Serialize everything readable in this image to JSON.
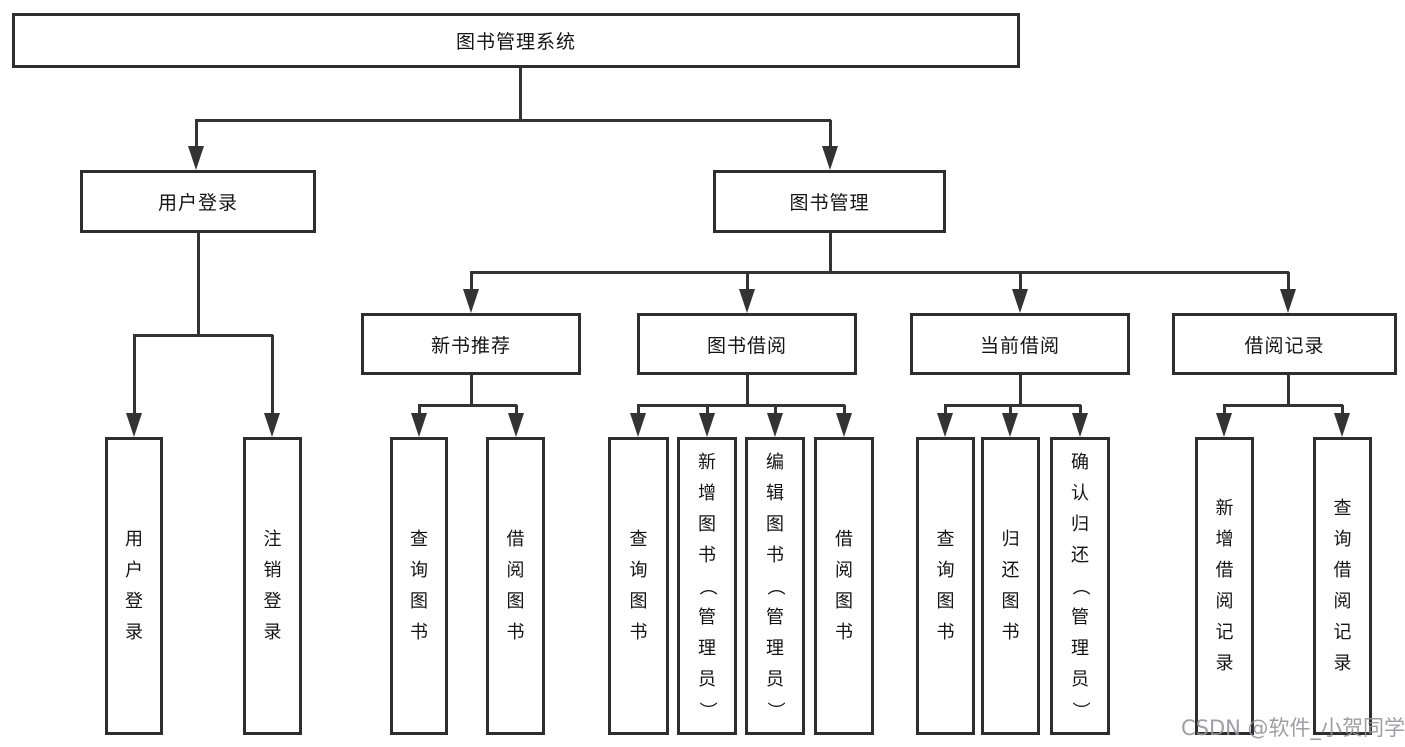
{
  "diagram_title": "图书管理系统",
  "watermark": "CSDN @软件_小贺同学",
  "colors": {
    "background": "#ffffff",
    "box_border": "#2e2e2e",
    "box_fill": "#ffffff",
    "line": "#333333",
    "text": "#141414",
    "watermark_text": "#94949b"
  },
  "tree": {
    "root": {
      "label": "图书管理系统"
    },
    "level2": [
      {
        "label": "用户登录"
      },
      {
        "label": "图书管理"
      }
    ],
    "level3": [
      {
        "label": "新书推荐"
      },
      {
        "label": "图书借阅"
      },
      {
        "label": "当前借阅"
      },
      {
        "label": "借阅记录"
      }
    ],
    "leaves": {
      "user_login": [
        "用户登录",
        "注销登录"
      ],
      "new_book": [
        "查询图书",
        "借阅图书"
      ],
      "book_borrow": [
        "查询图书",
        "新增图书（管理员）",
        "编辑图书（管理员）",
        "借阅图书"
      ],
      "current_borrow": [
        "查询图书",
        "归还图书",
        "确认归还（管理员）"
      ],
      "borrow_record": [
        "新增借阅记录",
        "查询借阅记录"
      ]
    }
  }
}
